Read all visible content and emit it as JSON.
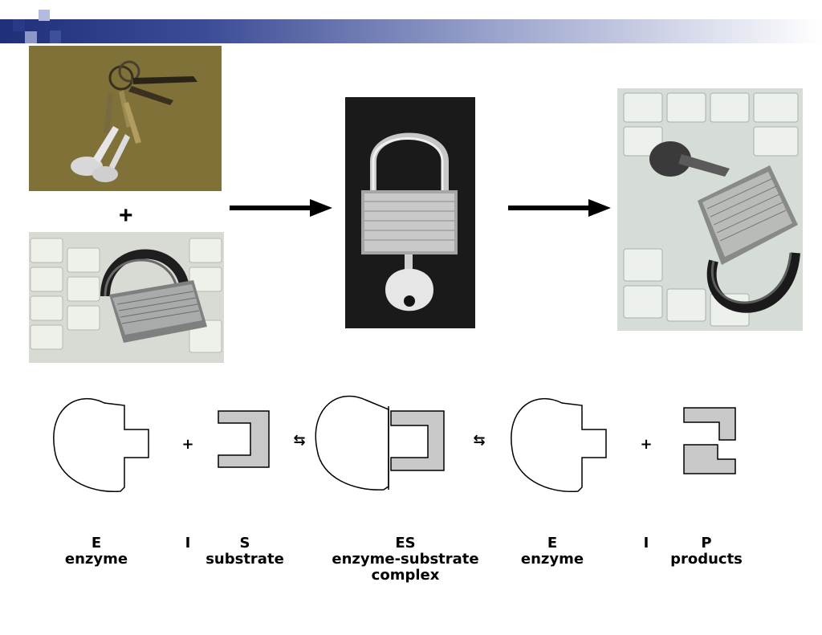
{
  "slide": {
    "big_plus": "+"
  },
  "diagram": {
    "operators": [
      "+",
      "⇆",
      "⇆",
      "+"
    ],
    "labels": [
      {
        "symbol": "E",
        "name": "enzyme"
      },
      {
        "symbol": "I",
        "name": ""
      },
      {
        "symbol": "S",
        "name": "substrate"
      },
      {
        "symbol": "ES",
        "name": "enzyme-substrate complex"
      },
      {
        "symbol": "E",
        "name": "enzyme"
      },
      {
        "symbol": "I",
        "name": ""
      },
      {
        "symbol": "P",
        "name": "products"
      }
    ]
  },
  "colors": {
    "header_dark": "#1f2f7a",
    "shape_fill": "#c8c8c8"
  },
  "icons": [
    "keys-photo",
    "padlock-photo",
    "padlock-with-key-photo",
    "opened-padlock-photo",
    "right-arrow-icon"
  ]
}
